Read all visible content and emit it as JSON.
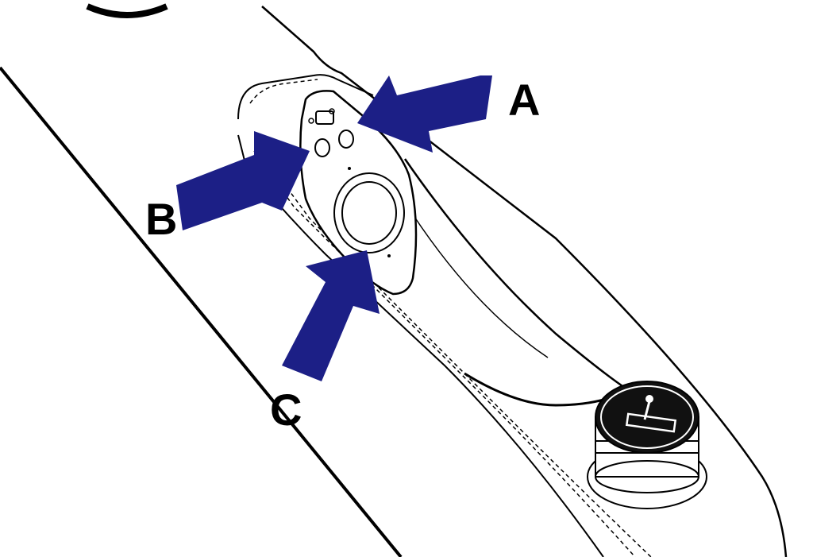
{
  "diagram": {
    "callouts": [
      {
        "id": "A",
        "label": "A"
      },
      {
        "id": "B",
        "label": "B"
      },
      {
        "id": "C",
        "label": "C"
      }
    ]
  },
  "colors": {
    "arrow": "#1c1f86",
    "line": "#000000",
    "background": "#ffffff",
    "knob": "#111111"
  }
}
